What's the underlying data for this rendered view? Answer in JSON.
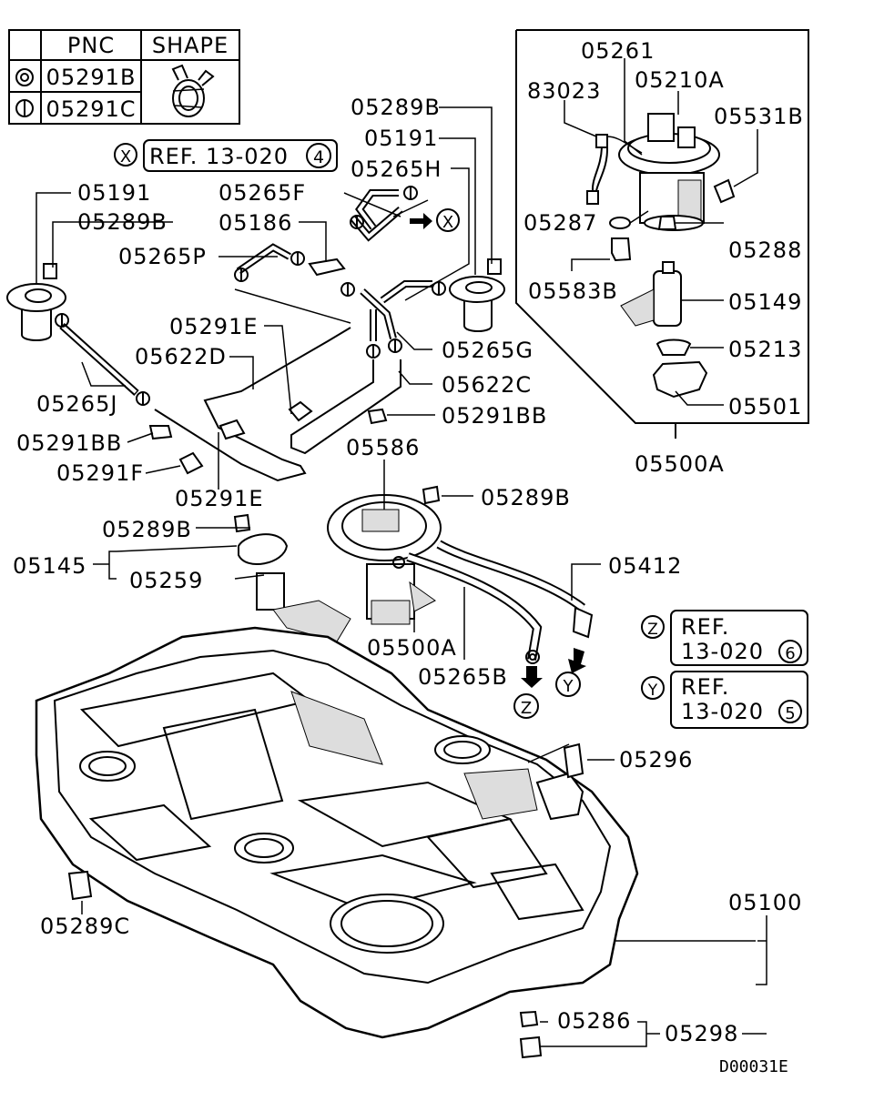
{
  "legend": {
    "header_symbol": "",
    "header_pnc": "PNC",
    "header_shape": "SHAPE",
    "rows": [
      {
        "symbol": "double-circle",
        "pnc": "05291B"
      },
      {
        "symbol": "circle-bar",
        "pnc": "05291C"
      }
    ]
  },
  "refs": {
    "x": {
      "marker": "X",
      "text": "REF. 13-020",
      "page": "4"
    },
    "z": {
      "marker": "Z",
      "line1": "REF.",
      "line2": "13-020",
      "page": "6"
    },
    "y": {
      "marker": "Y",
      "line1": "REF.",
      "line2": "13-020",
      "page": "5"
    }
  },
  "arrow_markers": {
    "x": "X",
    "z": "Z",
    "y": "Y"
  },
  "labels": {
    "p05261": "05261",
    "p83023": "83023",
    "p05210A": "05210A",
    "p05531B": "05531B",
    "p05287": "05287",
    "p05288": "05288",
    "p05583B": "05583B",
    "p05149": "05149",
    "p05213": "05213",
    "p05501": "05501",
    "p05500A_top": "05500A",
    "p05289B_a": "05289B",
    "p05191_a": "05191",
    "p05265H": "05265H",
    "p05191_b": "05191",
    "p05265F": "05265F",
    "p05289B_b": "05289B",
    "p05186": "05186",
    "p05265P": "05265P",
    "p05291E_a": "05291E",
    "p05622D": "05622D",
    "p05265G": "05265G",
    "p05622C": "05622C",
    "p05265J": "05265J",
    "p05291BB_a": "05291BB",
    "p05291BB_b": "05291BB",
    "p05291F": "05291F",
    "p05291E_b": "05291E",
    "p05586": "05586",
    "p05289B_c": "05289B",
    "p05289B_d": "05289B",
    "p05145": "05145",
    "p05259": "05259",
    "p05412": "05412",
    "p05500A_mid": "05500A",
    "p05265B": "05265B",
    "p05296": "05296",
    "p05100": "05100",
    "p05289C": "05289C",
    "p05286": "05286",
    "p05298": "05298",
    "code": "D00031E"
  }
}
